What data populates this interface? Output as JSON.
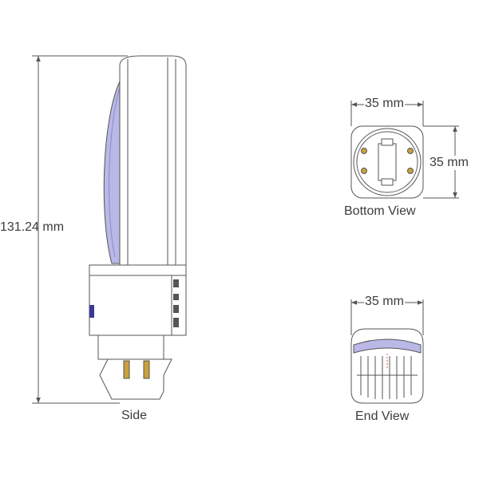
{
  "dimensions": {
    "height": "131.24 mm",
    "bottom_width": "35 mm",
    "bottom_depth": "35 mm",
    "end_width": "35 mm"
  },
  "views": {
    "side": "Side",
    "bottom": "Bottom View",
    "end": "End View"
  },
  "colors": {
    "outline": "#555555",
    "lens": "#b9b8e6",
    "body": "#ffffff",
    "pins": "#c9a23a"
  }
}
